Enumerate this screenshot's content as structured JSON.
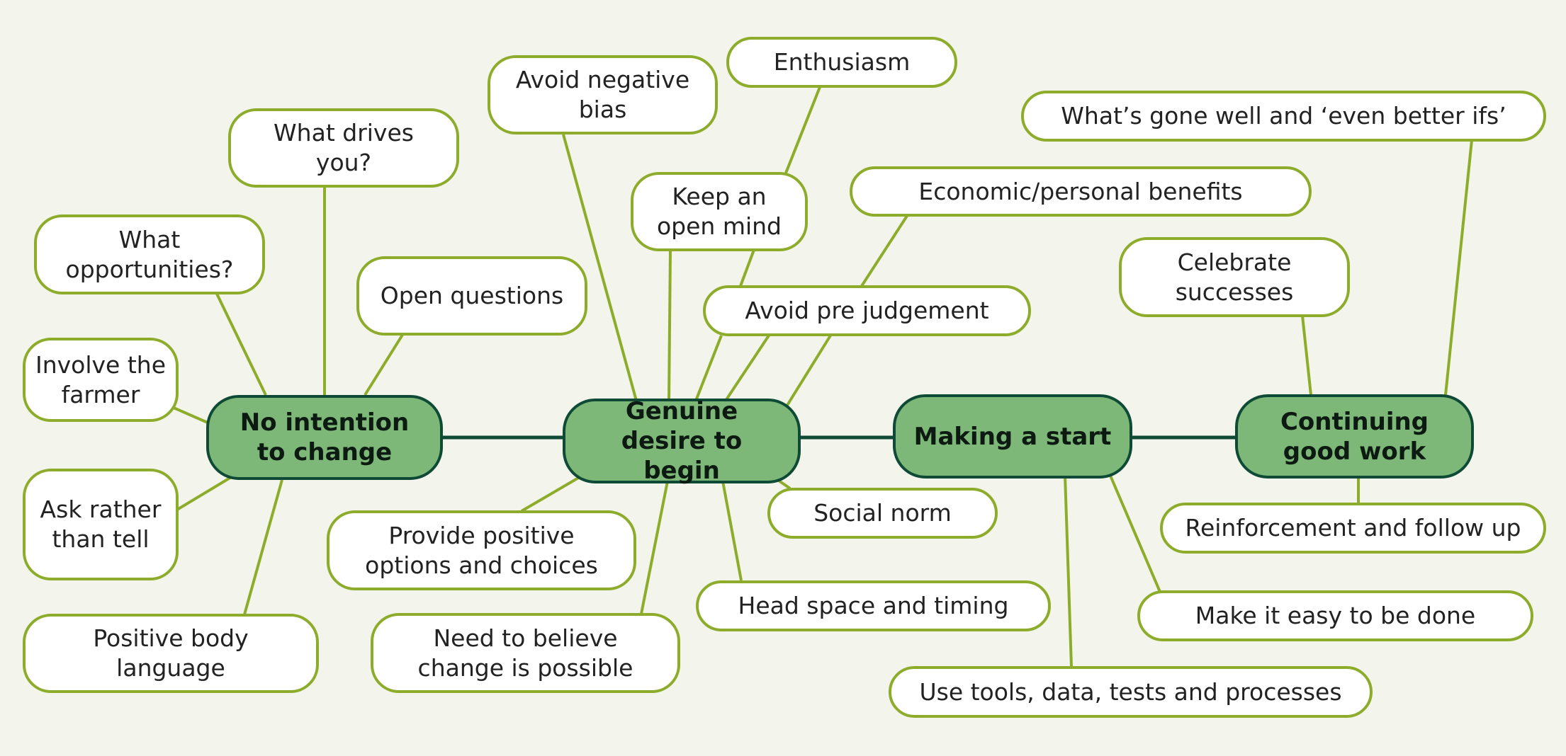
{
  "colors": {
    "background": "#f3f5ec",
    "main_fill": "#7db878",
    "main_border": "#0f4a36",
    "sub_border": "#8eac2b",
    "sub_fill": "#ffffff"
  },
  "main": {
    "no_intention": "No intention to change",
    "genuine_desire": "Genuine desire to begin",
    "making_start": "Making a start",
    "continuing": "Continuing good work"
  },
  "no_intention": {
    "what_drives": "What drives you?",
    "what_opportunities": "What opportunities?",
    "open_questions": "Open questions",
    "involve_farmer": "Involve the farmer",
    "ask_rather": "Ask rather than tell",
    "positive_body": "Positive body language"
  },
  "genuine_desire": {
    "avoid_negative": "Avoid negative bias",
    "enthusiasm": "Enthusiasm",
    "keep_open": "Keep an open mind",
    "economic": "Economic/personal benefits",
    "avoid_pre": "Avoid pre judgement",
    "provide_positive": "Provide positive options and choices",
    "need_believe": "Need to believe change is possible",
    "social_norm": "Social norm",
    "head_space": "Head space and timing"
  },
  "making_start": {
    "use_tools": "Use tools, data, tests and processes",
    "make_easy": "Make it easy to be done"
  },
  "continuing": {
    "whats_gone": "What’s gone well and ‘even better ifs’",
    "celebrate": "Celebrate successes",
    "reinforcement": "Reinforcement and follow up"
  }
}
